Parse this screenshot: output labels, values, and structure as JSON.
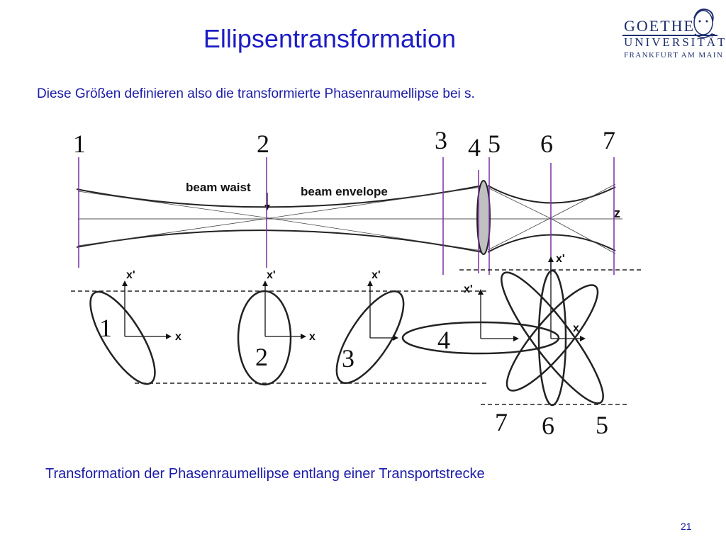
{
  "slide": {
    "title": "Ellipsentransformation",
    "subtitle": "Diese Größen definieren also die transformierte Phasenraumellipse bei s.",
    "caption": "Transformation der Phasenraumellipse entlang einer Transportstrecke",
    "page_number": "21"
  },
  "logo": {
    "line1": "GOETHE",
    "line2": "UNIVERSITÄT",
    "line3": "FRANKFURT AM MAIN"
  },
  "diagram": {
    "position_labels": [
      "1",
      "2",
      "3",
      "4",
      "5",
      "6",
      "7"
    ],
    "beam_waist_label": "beam waist",
    "beam_envelope_label": "beam envelope",
    "z_axis_label": "z",
    "axis_x_label": "x",
    "axis_xprime_label": "x'",
    "ellipse_labels": [
      "1",
      "2",
      "3",
      "4",
      "7",
      "6",
      "5"
    ],
    "colors": {
      "marker_line": "#7b2fa6",
      "lens_fill": "#c0c0c0",
      "text_blue": "#1c1cc4"
    }
  }
}
